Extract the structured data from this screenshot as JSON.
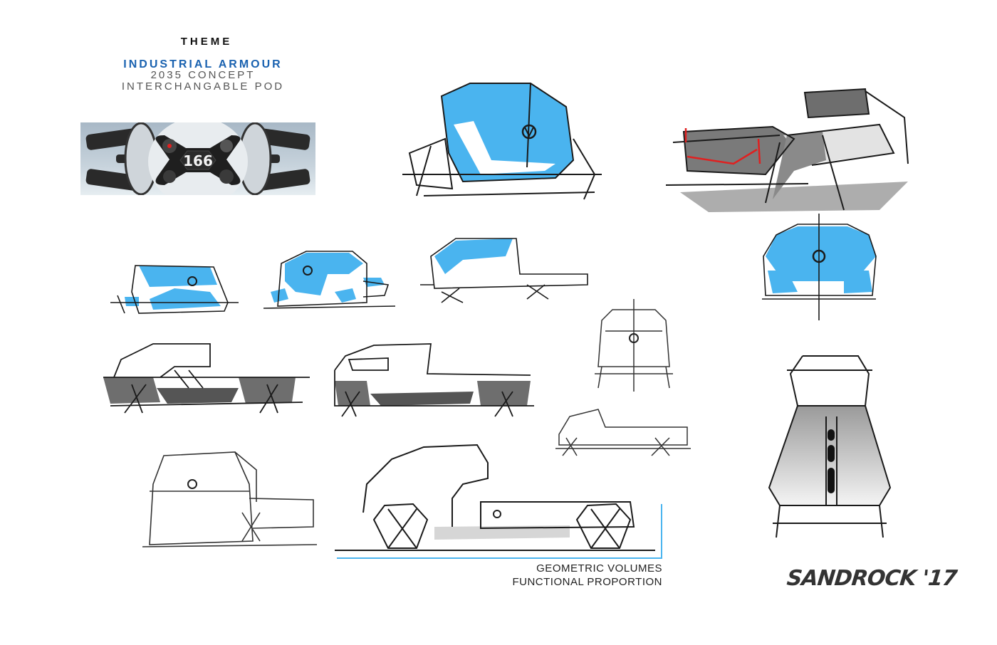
{
  "header": {
    "title": "THEME",
    "theme_name": "INDUSTRIAL ARMOUR",
    "subtitle_1": "2035 CONCEPT",
    "subtitle_2": "INTERCHANGABLE POD"
  },
  "reference_image": {
    "label": "166",
    "description": "robot drone reference photo"
  },
  "captions": {
    "line_1": "GEOMETRIC VOLUMES",
    "line_2": "FUNCTIONAL PROPORTION"
  },
  "signature": "SANDROCK '17",
  "colors": {
    "accent_blue": "#4ab4ef",
    "title_blue": "#1a62b0",
    "sketch_grey": "#6a6a6a",
    "guide_red": "#e02020",
    "frame_line_blue": "#4ab4ef"
  }
}
